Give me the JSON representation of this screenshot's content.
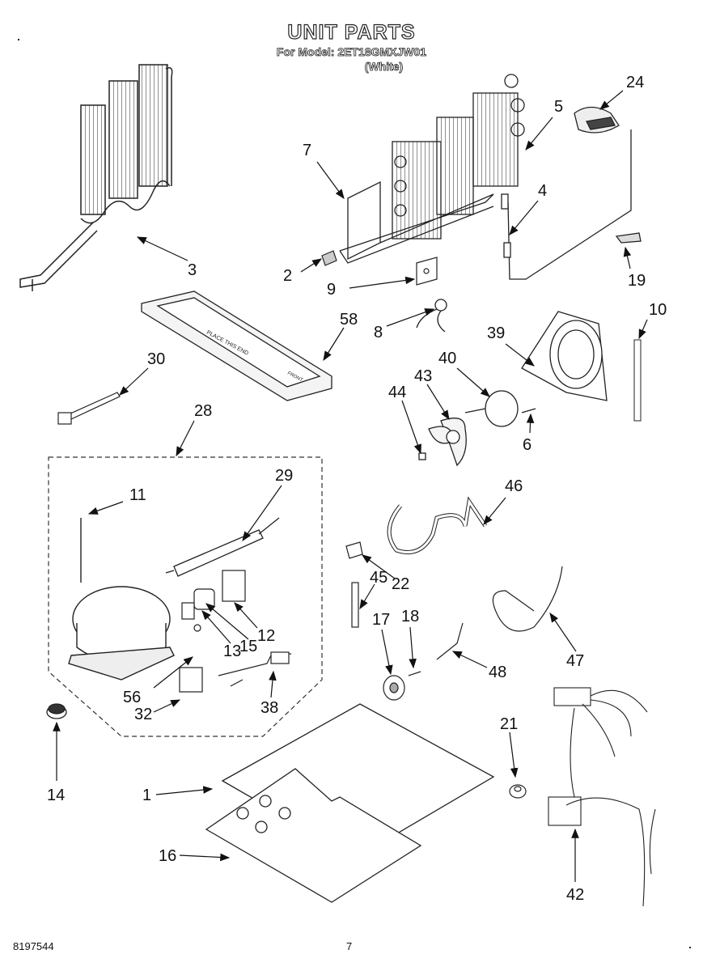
{
  "header": {
    "title": "UNIT PARTS",
    "model_line": "For Model: 2ET18GMXJW01",
    "color_line": "(White)"
  },
  "footer": {
    "doc_number": "8197544",
    "page_number": "7"
  },
  "callouts": [
    "3",
    "7",
    "5",
    "24",
    "4",
    "2",
    "9",
    "19",
    "58",
    "8",
    "39",
    "10",
    "30",
    "40",
    "43",
    "44",
    "6",
    "28",
    "29",
    "11",
    "46",
    "45",
    "22",
    "17",
    "18",
    "47",
    "12",
    "13",
    "15",
    "48",
    "56",
    "32",
    "38",
    "21",
    "14",
    "1",
    "16",
    "42"
  ],
  "illustration_text": {
    "tray_label": "PLACE THIS END",
    "tray_end": "FRONT"
  }
}
